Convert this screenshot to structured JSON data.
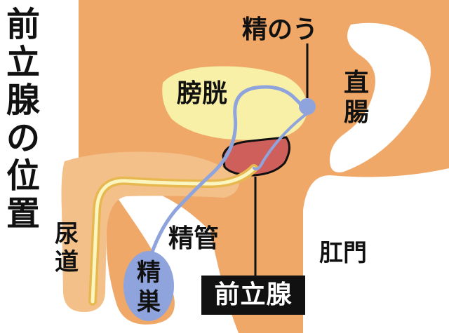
{
  "title_chars": [
    "前",
    "立",
    "腺",
    "の",
    "位",
    "置"
  ],
  "labels": {
    "seminal_vesicle": "精のう",
    "bladder": "膀胱",
    "rectum_1": "直",
    "rectum_2": "腸",
    "urethra_1": "尿",
    "urethra_2": "道",
    "vas_deferens": "精管",
    "anus": "肛門",
    "testis_1": "精",
    "testis_2": "巣",
    "prostate": "前立腺"
  },
  "colors": {
    "body": "#f0a868",
    "body_shade": "#e6955a",
    "bladder": "#f7f0a6",
    "prostate": "#cf5f5b",
    "duct": "#8fa3dc",
    "urethra_outer": "#e7b84f",
    "urethra_inner": "#fbf5c0",
    "penis_light": "#f4c08a",
    "outline": "#111111"
  }
}
